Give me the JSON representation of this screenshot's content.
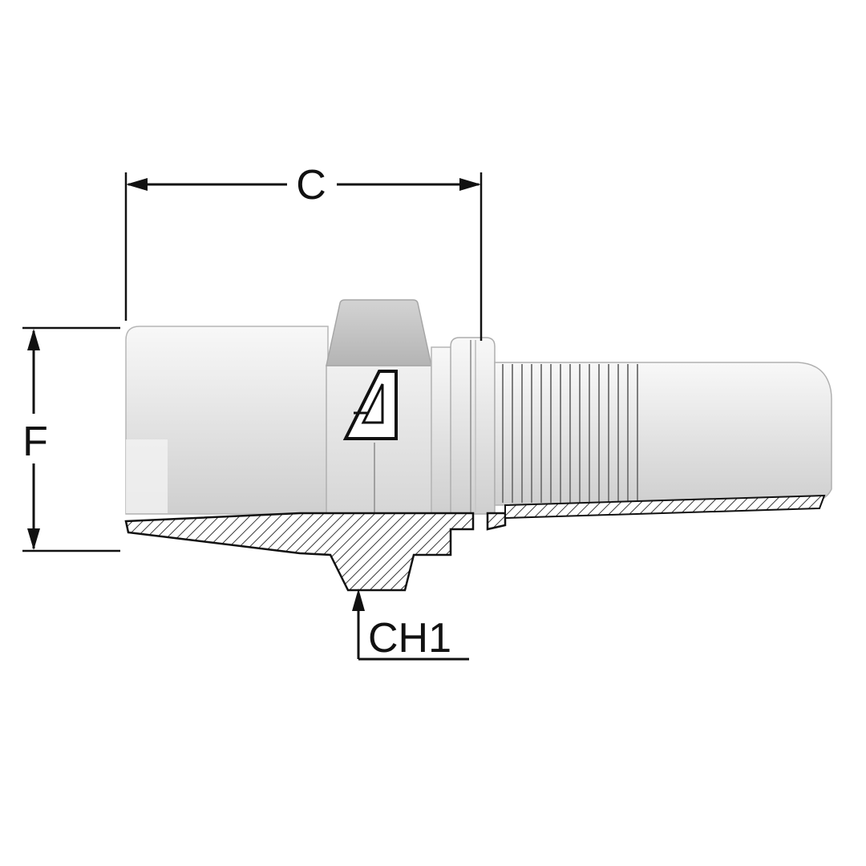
{
  "diagram": {
    "labels": {
      "dim_c": "C",
      "dim_f": "F",
      "dim_ch1": "CH1"
    },
    "colors": {
      "line": "#111111",
      "body_light": "#f6f6f6",
      "body_mid": "#dedede",
      "body_dark": "#c6c6c6",
      "hex_top": "#bdbdbd",
      "hatch": "#161616",
      "background": "#ffffff"
    },
    "icons": {
      "logo": "manufacturer-logo"
    }
  }
}
